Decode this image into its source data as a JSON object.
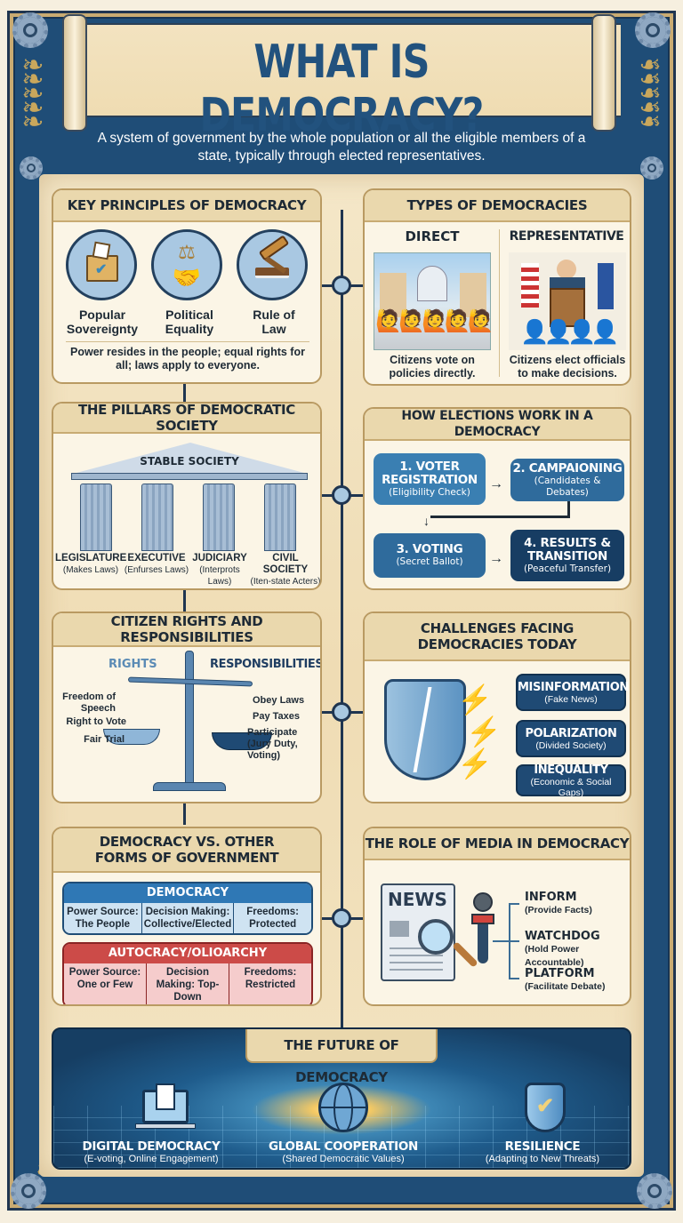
{
  "header": {
    "title": "WHAT IS DEMOCRACY?",
    "subtitle": "A system of government by the whole population or all the eligible members of a state, typically through elected representatives."
  },
  "key_principles": {
    "title": "KEY PRINCIPLES OF DEMOCRACY",
    "items": [
      {
        "label": "Popular Sovereignty",
        "icon": "ballot-box-icon"
      },
      {
        "label": "Political Equality",
        "icon": "handshake-scales-icon"
      },
      {
        "label": "Rule of Law",
        "icon": "gavel-book-icon"
      }
    ],
    "summary": "Power resides in the people; equal rights for all; laws apply to everyone."
  },
  "types": {
    "title": "TYPES OF DEMOCRACIES",
    "direct": {
      "label": "DIRECT",
      "caption": "Citizens vote on policies directly.",
      "icon": "crowd-capitol-illustration"
    },
    "representative": {
      "label": "REPRESENTATIVE",
      "caption": "Citizens elect officials to make decisions.",
      "icon": "podium-illustration"
    }
  },
  "pillars": {
    "title": "THE PILLARS OF DEMOCRATIC SOCIETY",
    "roof": "STABLE SOCIETY",
    "items": [
      {
        "name": "LEGISLATURE",
        "desc": "(Makes Laws)"
      },
      {
        "name": "EXECUTIVE",
        "desc": "(Enfurses Laws)"
      },
      {
        "name": "JUDICIARY",
        "desc": "(Interprots Laws)"
      },
      {
        "name": "CIVIL SOCIETY",
        "desc": "(Iten-state Acters)"
      }
    ]
  },
  "elections": {
    "title": "HOW ELECTIONS WORK IN A DEMOCRACY",
    "steps": [
      {
        "title": "1. VOTER REGISTRATION",
        "desc": "(Eligibility Check)",
        "color": "#3a7fb2"
      },
      {
        "title": "2. CAMPAIONING",
        "desc": "(Candidates & Debates)",
        "color": "#2f6b9c"
      },
      {
        "title": "3. VOTING",
        "desc": "(Secret Ballot)",
        "color": "#2f6b9c"
      },
      {
        "title": "4. RESULTS & TRANSITION",
        "desc": "(Peaceful Transfer)",
        "color": "#173d63"
      }
    ]
  },
  "rights": {
    "title": "CITIZEN RIGHTS AND RESPONSIBILITIES",
    "rights_label": "RIGHTS",
    "responsibilities_label": "RESPONSIBILITIES",
    "rights": [
      "Freedom of Speech",
      "Right to Vote",
      "Fair Trial"
    ],
    "responsibilities": [
      "Obey Laws",
      "Pay Taxes",
      "Participate (Jury Duty, Voting)"
    ]
  },
  "challenges": {
    "title": "CHALLENGES FACING DEMOCRACIES TODAY",
    "items": [
      {
        "title": "MISINFORMATION",
        "desc": "(Fake News)"
      },
      {
        "title": "POLARIZATION",
        "desc": "(Divided Society)"
      },
      {
        "title": "INEQUALITY",
        "desc": "(Economic & Social Gaps)"
      }
    ]
  },
  "comparison": {
    "title": "DEMOCRACY VS. OTHER FORMS OF GOVERNMENT",
    "democracy": {
      "label": "DEMOCRACY",
      "color": "#2f78b5",
      "cells": [
        "Power Source: The People",
        "Decision Making: Collective/Elected",
        "Freedoms: Protected"
      ]
    },
    "autocracy": {
      "label": "AUTOCRACY/OLIOARCHY",
      "color": "#cc4b48",
      "cells": [
        "Power Source: One or Few",
        "Decision Making: Top-Down",
        "Freedoms: Restricted"
      ]
    }
  },
  "media": {
    "title": "THE ROLE OF MEDIA IN DEMOCRACY",
    "newspaper_label": "NEWS",
    "items": [
      {
        "title": "INFORM",
        "desc": "(Provide Facts)"
      },
      {
        "title": "WATCHDOG",
        "desc": "(Hold Power Accountable)"
      },
      {
        "title": "PLATFORM",
        "desc": "(Facilitate Debate)"
      }
    ]
  },
  "future": {
    "title": "THE FUTURE OF DEMOCRACY",
    "items": [
      {
        "title": "DIGITAL DEMOCRACY",
        "desc": "(E-voting, Online Engagement)",
        "icon": "laptop-ballot-icon"
      },
      {
        "title": "GLOBAL COOPERATION",
        "desc": "(Shared Democratic Values)",
        "icon": "globe-icon"
      },
      {
        "title": "RESILIENCE",
        "desc": "(Adapting to New Threats)",
        "icon": "shield-check-icon"
      }
    ]
  },
  "colors": {
    "navy": "#1f4d77",
    "parchment": "#f4e7c8",
    "header_tan": "#ead8ad",
    "accent_gold": "#e8b64a"
  }
}
